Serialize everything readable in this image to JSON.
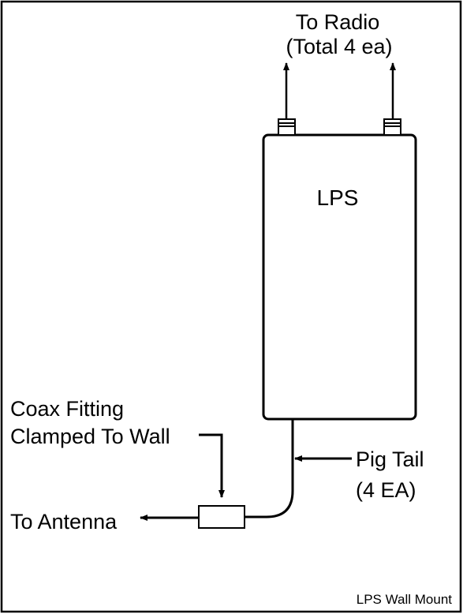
{
  "diagram": {
    "labels": {
      "to_radio_line1": "To Radio",
      "to_radio_line2": "(Total 4 ea)",
      "lps": "LPS",
      "coax_line1": "Coax Fitting",
      "coax_line2": "Clamped To Wall",
      "pig_tail_line1": "Pig Tail",
      "pig_tail_line2": "(4 EA)",
      "to_antenna": "To Antenna",
      "caption": "LPS Wall Mount"
    },
    "colors": {
      "stroke": "#000000",
      "background": "#ffffff"
    }
  }
}
